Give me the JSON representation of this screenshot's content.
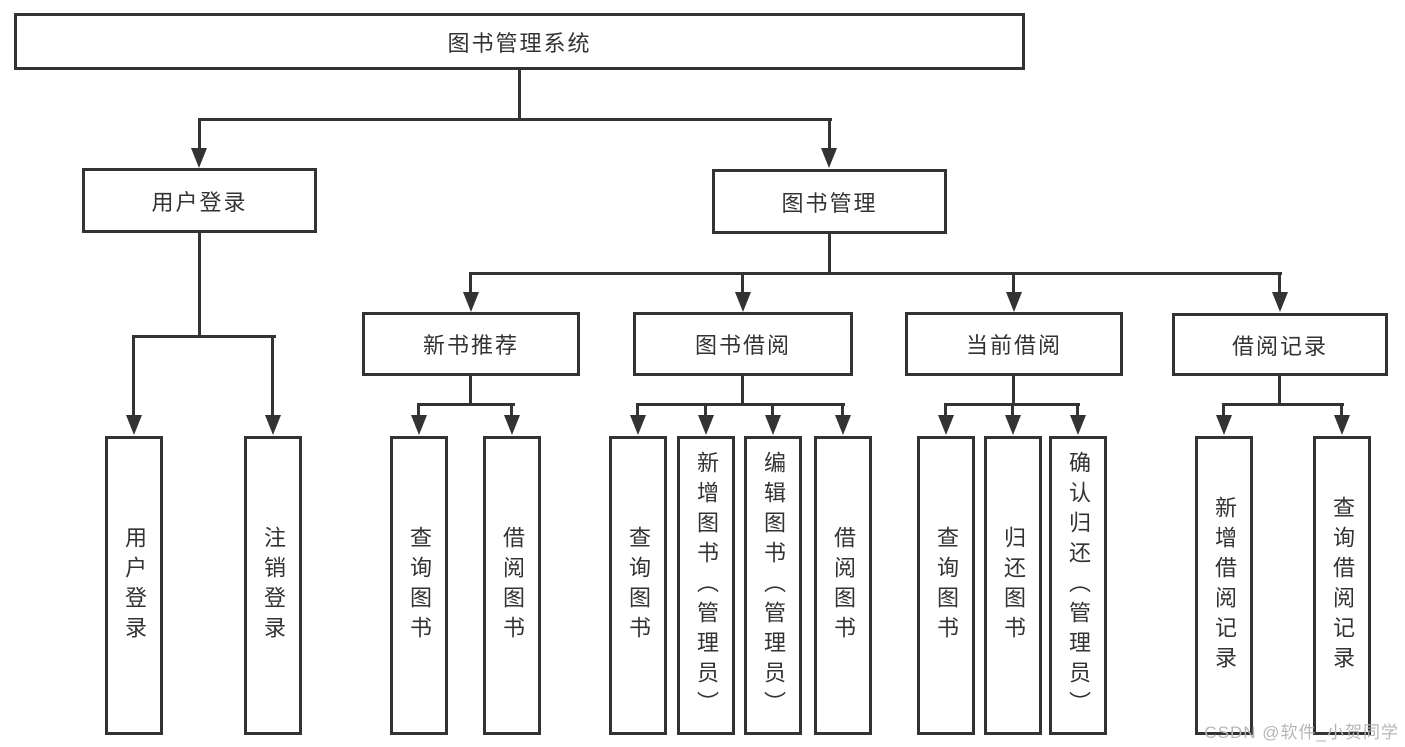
{
  "diagram": {
    "root": "图书管理系统",
    "branches": [
      {
        "label": "用户登录",
        "children": [
          "用户登录",
          "注销登录"
        ]
      },
      {
        "label": "图书管理",
        "children": [
          {
            "label": "新书推荐",
            "children": [
              "查询图书",
              "借阅图书"
            ]
          },
          {
            "label": "图书借阅",
            "children": [
              "查询图书",
              "新增图书（管理员）",
              "编辑图书（管理员）",
              "借阅图书"
            ]
          },
          {
            "label": "当前借阅",
            "children": [
              "查询图书",
              "归还图书",
              "确认归还（管理员）"
            ]
          },
          {
            "label": "借阅记录",
            "children": [
              "新增借阅记录",
              "查询借阅记录"
            ]
          }
        ]
      }
    ]
  },
  "watermark": {
    "text": "CSDN @软件_小贺同学"
  },
  "colors": {
    "line": "#333333",
    "text": "#333333",
    "background": "#ffffff",
    "watermark": "#b6b6b6"
  }
}
